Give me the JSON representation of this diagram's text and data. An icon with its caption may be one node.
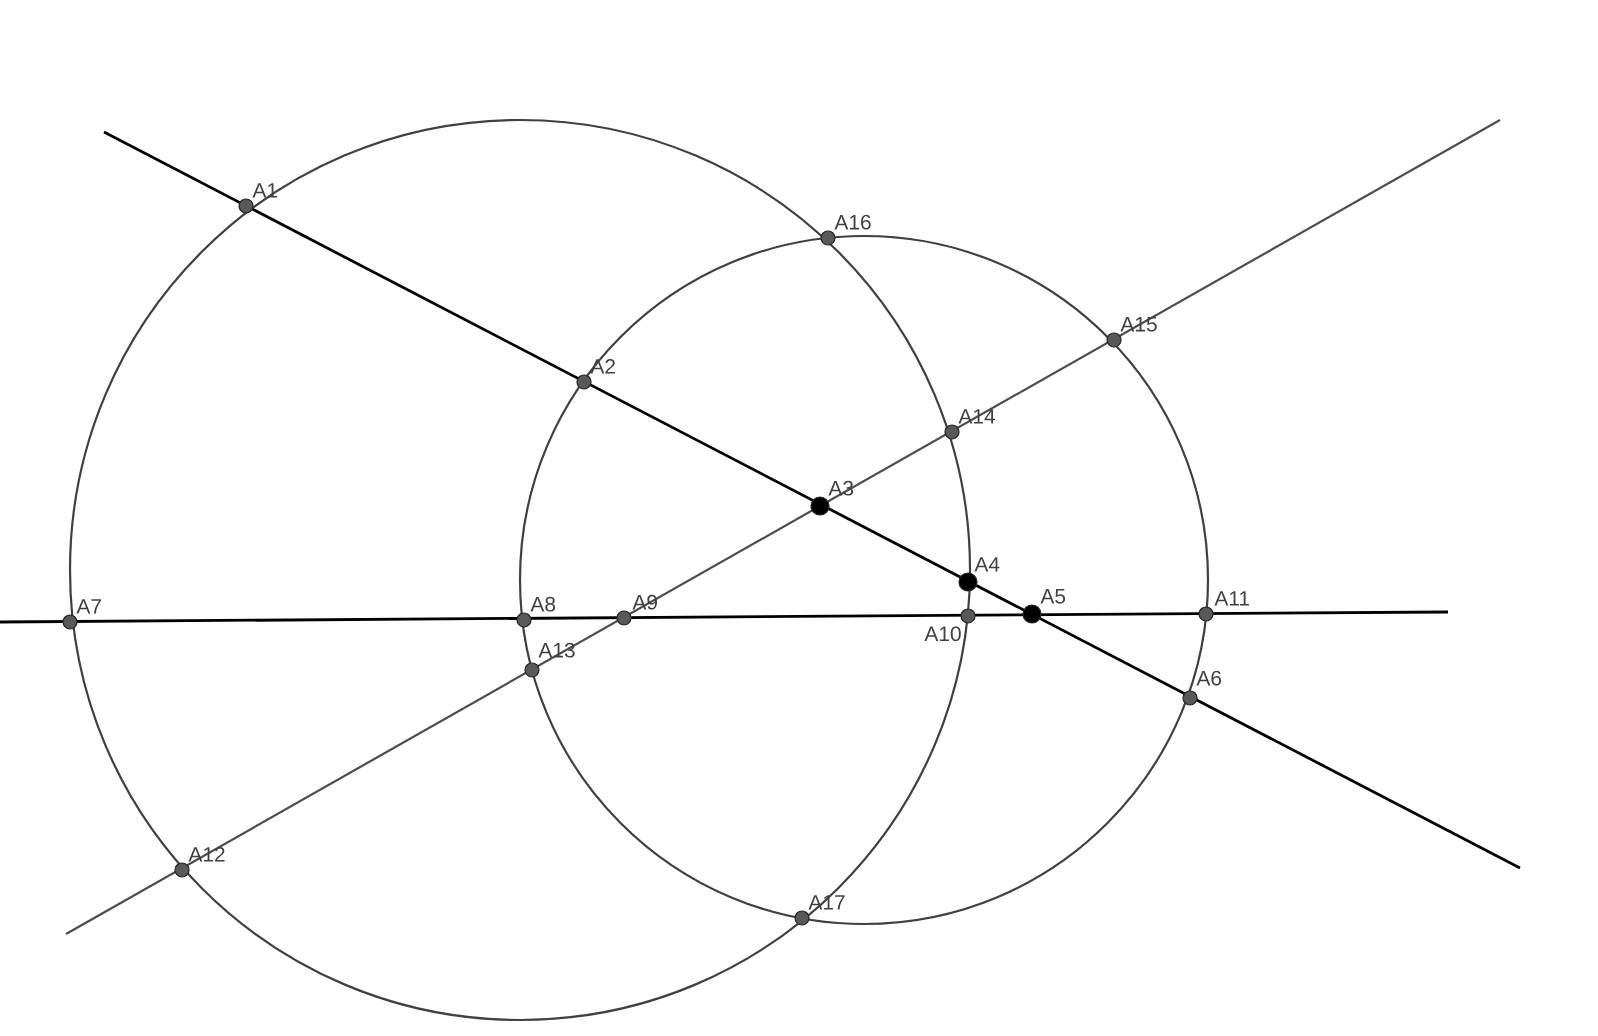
{
  "diagram": {
    "nodes": [
      {
        "text": [],
        "shape": "circle",
        "beside": [
          "A1"
        ]
      },
      {
        "text": [],
        "shape": "circle",
        "beside": [
          "A2"
        ]
      },
      {
        "text": [],
        "shape": "circle",
        "beside": [
          "A3"
        ]
      },
      {
        "text": [],
        "shape": "circle",
        "beside": [
          "A4"
        ]
      },
      {
        "text": [],
        "shape": "circle",
        "beside": [
          "A5"
        ]
      },
      {
        "text": [],
        "shape": "circle",
        "beside": [
          "A6"
        ]
      },
      {
        "text": [],
        "shape": "circle",
        "beside": [
          "A7"
        ]
      },
      {
        "text": [],
        "shape": "circle",
        "beside": [
          "A8"
        ]
      },
      {
        "text": [],
        "shape": "circle",
        "beside": [
          "A9"
        ]
      },
      {
        "text": [],
        "shape": "circle",
        "beside": [
          "A10"
        ]
      },
      {
        "text": [],
        "shape": "circle",
        "beside": [
          "A11"
        ]
      },
      {
        "text": [],
        "shape": "circle",
        "beside": [
          "A12"
        ]
      },
      {
        "text": [],
        "shape": "circle",
        "beside": [
          "A13"
        ]
      },
      {
        "text": [],
        "shape": "circle",
        "beside": [
          "A14"
        ]
      },
      {
        "text": [],
        "shape": "circle",
        "beside": [
          "A15"
        ]
      },
      {
        "text": [],
        "shape": "circle",
        "beside": [
          "A16"
        ]
      },
      {
        "text": [],
        "shape": "circle",
        "beside": [
          "A17"
        ]
      }
    ]
  }
}
